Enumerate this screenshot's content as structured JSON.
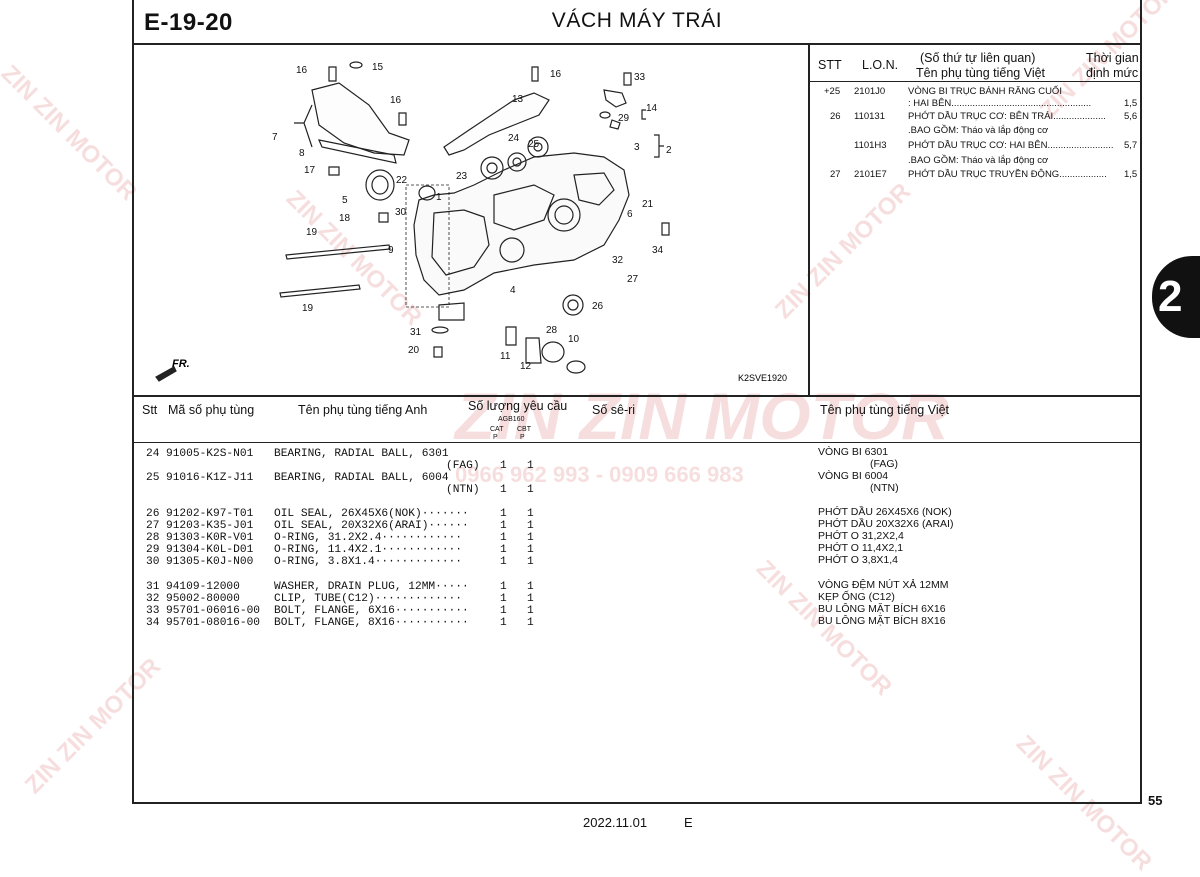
{
  "page": {
    "code": "E-19-20",
    "title": "VÁCH MÁY TRÁI",
    "section_tab": "2",
    "page_number": "55",
    "footer_date": "2022.11.01",
    "footer_code": "E"
  },
  "diagram": {
    "fig_code": "K2SVE1920",
    "fr_label": "FR.",
    "callouts": [
      "16",
      "15",
      "16",
      "33",
      "7",
      "16",
      "13",
      "14",
      "29",
      "8",
      "24",
      "25",
      "3",
      "2",
      "17",
      "23",
      "22",
      "5",
      "1",
      "21",
      "18",
      "30",
      "6",
      "9",
      "19",
      "34",
      "32",
      "27",
      "4",
      "26",
      "19",
      "31",
      "28",
      "10",
      "20",
      "11",
      "12"
    ]
  },
  "labor": {
    "headers": {
      "stt": "STT",
      "lon": "L.O.N.",
      "ref": "(Số thứ tự liên quan)",
      "name": "Tên phụ tùng tiếng Việt",
      "time1": "Thời gian",
      "time2": "định mức"
    },
    "rows": [
      {
        "stt": "+25",
        "code": "2101J0",
        "desc": "VÒNG BI TRỤC BÁNH RĂNG CUỐI",
        "desc2": ": HAI BÊN",
        "time": "1,5"
      },
      {
        "stt": "26",
        "code": "110131",
        "desc": "PHỚT DẦU TRỤC CƠ: BÊN TRÁI",
        "time": "5,6",
        "note": ".BAO GỒM: Tháo và lắp động cơ"
      },
      {
        "stt": "",
        "code": "1101H3",
        "desc": "PHỚT DẦU TRỤC CƠ: HAI BÊN",
        "time": "5,7",
        "note": ".BAO GỒM: Tháo và lắp động cơ"
      },
      {
        "stt": "27",
        "code": "2101E7",
        "desc": "PHỚT DẦU TRỤC TRUYỀN ĐỘNG",
        "time": "1,5"
      }
    ]
  },
  "parts_table": {
    "headers": {
      "stt": "Stt",
      "part_no": "Mã số phụ tùng",
      "name_en": "Tên phụ tùng tiếng Anh",
      "qty": "Số lượng yêu cầu",
      "qty_model": "AGB160",
      "qty_cat": "CAT",
      "qty_cbt": "CBT",
      "qty_p1": "P",
      "qty_p2": "P",
      "serial": "Số sê-ri",
      "name_vn": "Tên phụ tùng tiếng Việt"
    },
    "rows": [
      {
        "stt": "24",
        "part_no": "91005-K2S-N01",
        "name_en": "BEARING, RADIAL BALL, 6301",
        "sub_en": "(FAG)",
        "q1": "1",
        "q2": "1",
        "name_vn": "VÒNG BI 6301",
        "sub_vn": "(FAG)"
      },
      {
        "stt": "25",
        "part_no": "91016-K1Z-J11",
        "name_en": "BEARING, RADIAL BALL, 6004",
        "sub_en": "(NTN)",
        "q1": "1",
        "q2": "1",
        "name_vn": "VÒNG BI 6004",
        "sub_vn": "(NTN)"
      },
      {
        "stt": "26",
        "part_no": "91202-K97-T01",
        "name_en": "OIL SEAL, 26X45X6(NOK)·······",
        "q1": "1",
        "q2": "1",
        "name_vn": "PHỚT DẦU 26X45X6 (NOK)"
      },
      {
        "stt": "27",
        "part_no": "91203-K35-J01",
        "name_en": "OIL SEAL, 20X32X6(ARAI)······",
        "q1": "1",
        "q2": "1",
        "name_vn": "PHỚT DẦU 20X32X6 (ARAI)"
      },
      {
        "stt": "28",
        "part_no": "91303-K0R-V01",
        "name_en": "O-RING, 31.2X2.4············",
        "q1": "1",
        "q2": "1",
        "name_vn": "PHỚT O 31,2X2,4"
      },
      {
        "stt": "29",
        "part_no": "91304-K0L-D01",
        "name_en": "O-RING, 11.4X2.1············",
        "q1": "1",
        "q2": "1",
        "name_vn": "PHỚT O 11,4X2,1"
      },
      {
        "stt": "30",
        "part_no": "91305-K0J-N00",
        "name_en": "O-RING, 3.8X1.4·············",
        "q1": "1",
        "q2": "1",
        "name_vn": "PHỚT O 3,8X1,4"
      },
      {
        "stt": "31",
        "part_no": "94109-12000",
        "name_en": "WASHER, DRAIN PLUG, 12MM·····",
        "q1": "1",
        "q2": "1",
        "name_vn": "VÒNG ĐỆM NÚT XẢ 12MM"
      },
      {
        "stt": "32",
        "part_no": "95002-80000",
        "name_en": "CLIP, TUBE(C12)·············",
        "q1": "1",
        "q2": "1",
        "name_vn": "KẸP ỐNG (C12)"
      },
      {
        "stt": "33",
        "part_no": "95701-06016-00",
        "name_en": "BOLT, FLANGE, 6X16···········",
        "q1": "1",
        "q2": "1",
        "name_vn": "BU LÔNG MẶT BÍCH 6X16"
      },
      {
        "stt": "34",
        "part_no": "95701-08016-00",
        "name_en": "BOLT, FLANGE, 8X16···········",
        "q1": "1",
        "q2": "1",
        "name_vn": "BU LÔNG MẶT BÍCH 8X16"
      }
    ]
  },
  "watermark": {
    "brand": "ZIN ZIN MOTOR",
    "phones": "0966 962 993 - 0909 666 983"
  }
}
